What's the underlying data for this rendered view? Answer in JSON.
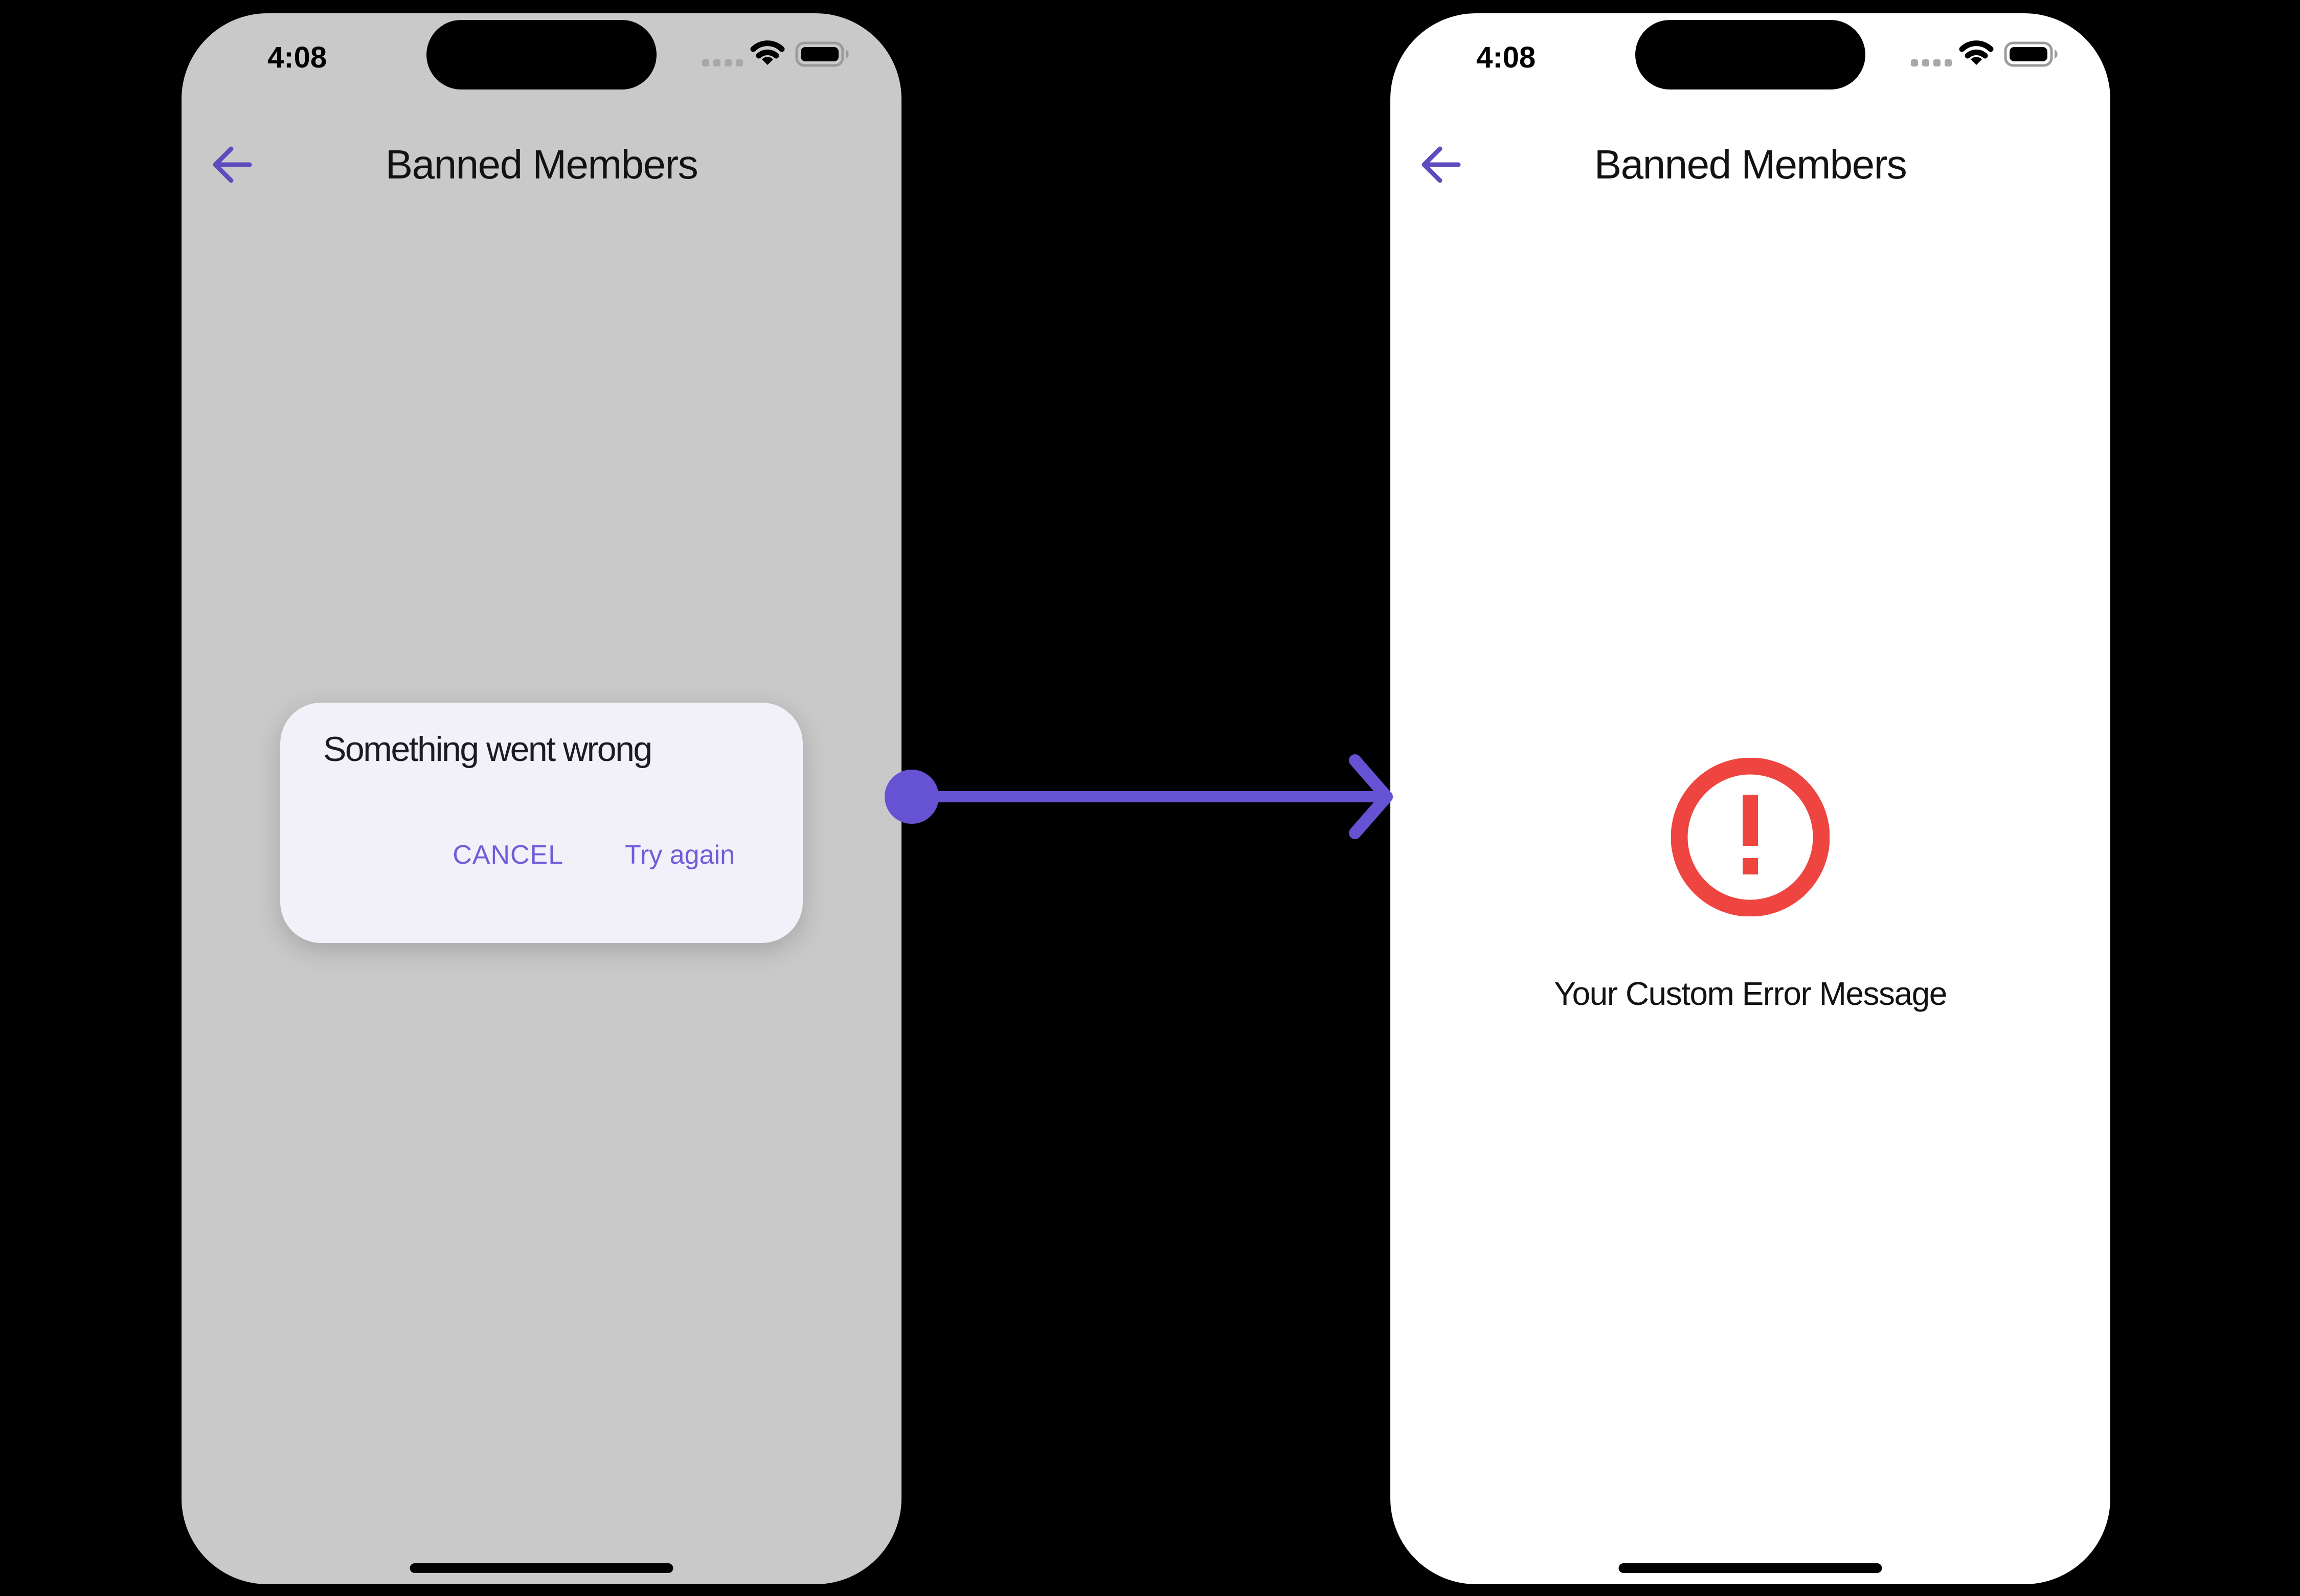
{
  "colors": {
    "canvas_bg": "#000000",
    "accent_purple": "#6553d4",
    "button_purple": "#6f5cd9",
    "back_arrow_purple": "#5e4bbd",
    "error_red": "#ee4540",
    "left_screen_scrim": "#c9c9c9",
    "dialog_bg": "#f2f0f9",
    "right_screen_bg": "#ffffff",
    "text_primary": "#121212",
    "status_muted": "#a8a8a8"
  },
  "left_phone": {
    "status_bar": {
      "time": "4:08"
    },
    "header": {
      "title": "Banned Members"
    },
    "dialog": {
      "title": "Something went wrong",
      "actions": [
        {
          "label": "CANCEL"
        },
        {
          "label": "Try again"
        }
      ]
    }
  },
  "right_phone": {
    "status_bar": {
      "time": "4:08"
    },
    "header": {
      "title": "Banned Members"
    },
    "error_state": {
      "message": "Your Custom Error Message"
    }
  },
  "icons": {
    "back_arrow": "left-arrow",
    "cellular": "signal-dots-4",
    "wifi": "wifi-arcs",
    "battery": "battery-full",
    "dynamic_island": "black-pill",
    "home_indicator": "bar",
    "error": "exclamation-circle",
    "connector": "dot-line-arrow-right"
  }
}
